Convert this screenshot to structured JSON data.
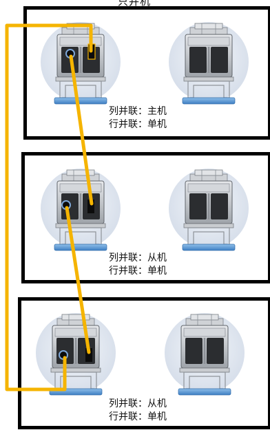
{
  "header": {
    "title": "只并机"
  },
  "units": [
    {
      "column_label": "列并联：主机",
      "row_label": "行并联：单机"
    },
    {
      "column_label": "列并联：从机",
      "row_label": "行并联：单机"
    },
    {
      "column_label": "列并联：从机",
      "row_label": "行并联：单机"
    }
  ],
  "colors": {
    "cable": "#f5b400",
    "frame": "#000000",
    "module_disc": "#dfe6f1",
    "module_metal": "#b9bdc2",
    "module_tab": "#5d9bd8"
  },
  "icons": [
    "sfp-module-icon",
    "connector-port-icon",
    "parallel-cable"
  ]
}
